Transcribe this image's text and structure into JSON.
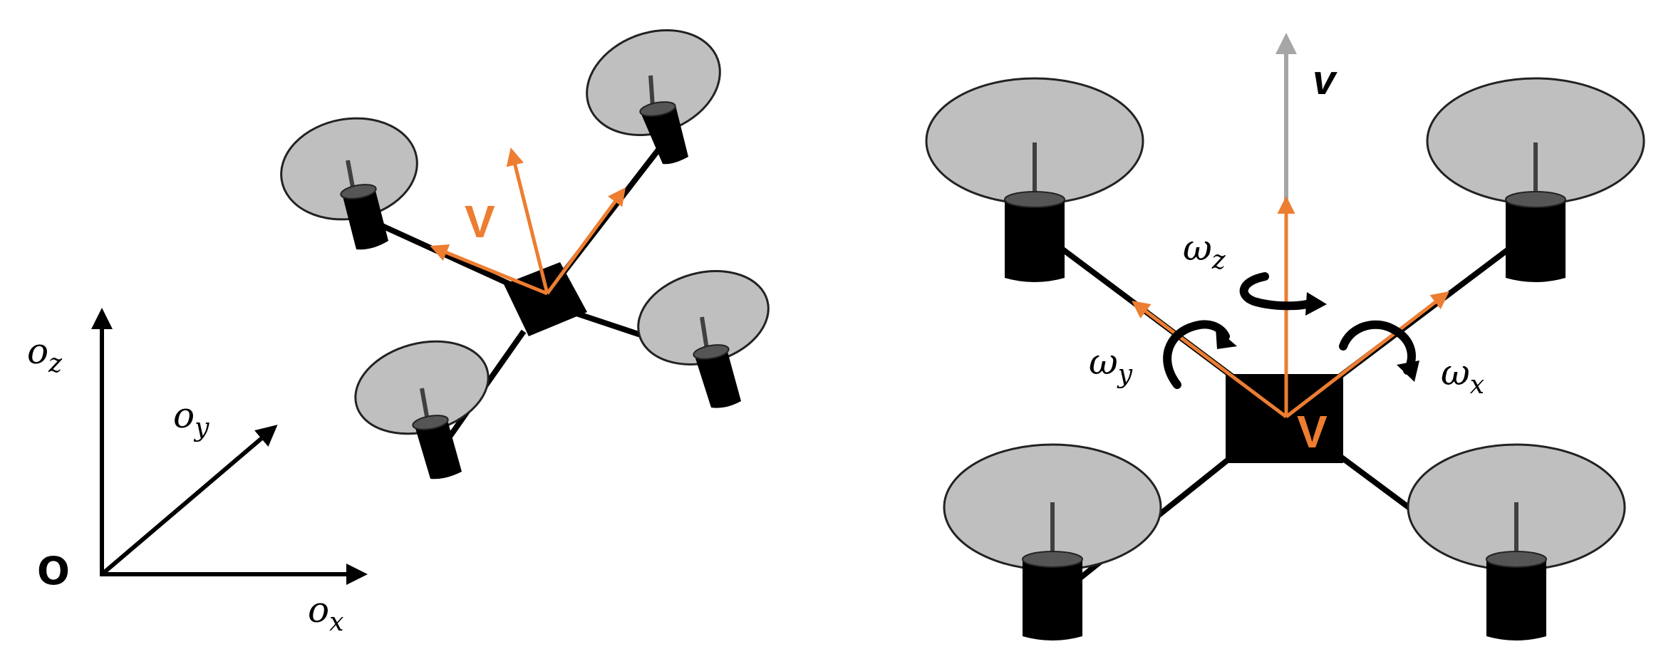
{
  "colors": {
    "orange": "#ED7D31",
    "grey_arrow": "#A6A6A6",
    "black": "#000000",
    "disc_fill": "#BFBFBF",
    "disc_stroke": "#222222",
    "shaft": "#404040"
  },
  "axes": {
    "origin": "O",
    "z": {
      "base": "o",
      "sub": "z"
    },
    "y": {
      "base": "o",
      "sub": "y"
    },
    "x": {
      "base": "o",
      "sub": "x"
    }
  },
  "left_drone": {
    "velocity_label": "V"
  },
  "right_drone": {
    "velocity_label": "V",
    "top_velocity_label": "v",
    "omega_z": {
      "base": "ω",
      "sub": "z"
    },
    "omega_y": {
      "base": "ω",
      "sub": "y"
    },
    "omega_x": {
      "base": "ω",
      "sub": "x"
    }
  }
}
